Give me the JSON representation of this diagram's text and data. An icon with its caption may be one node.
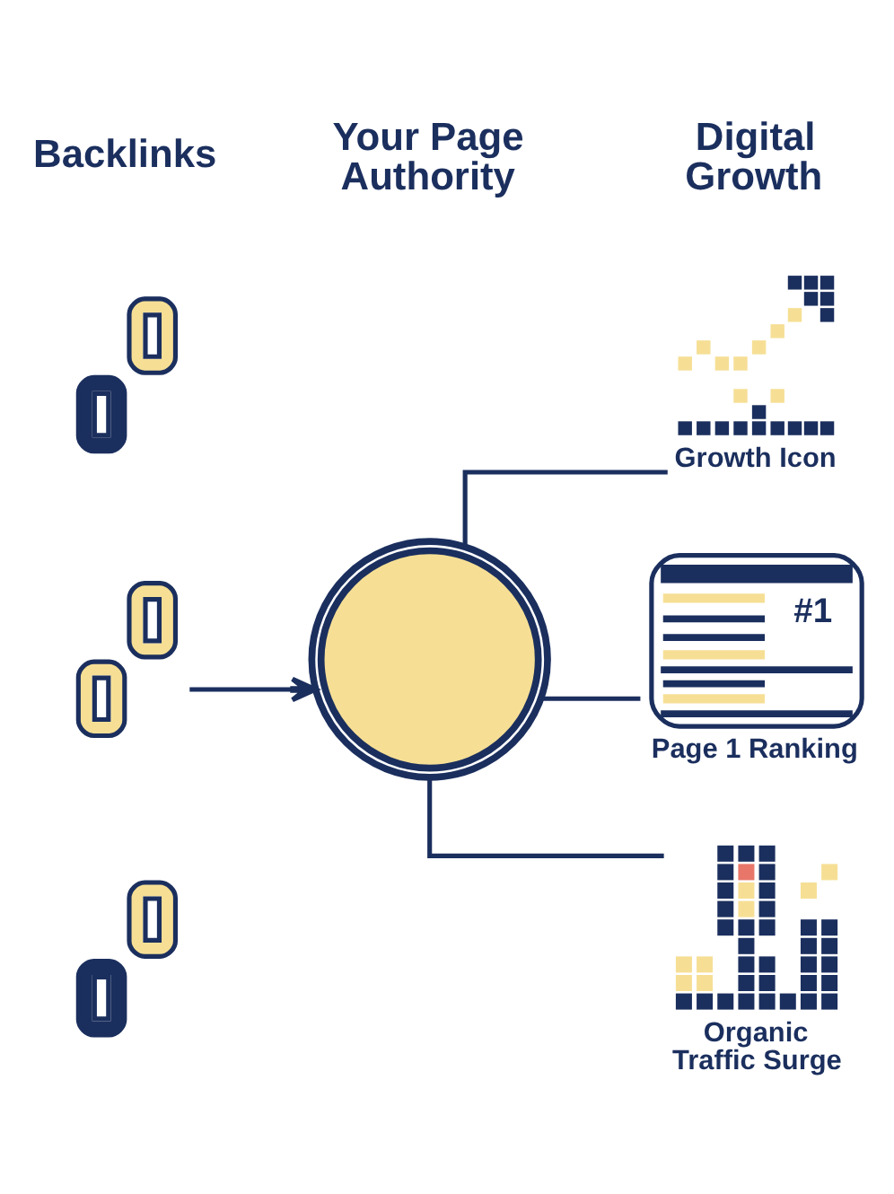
{
  "diagram": {
    "nodes": [
      {
        "text": [],
        "shape": "picture"
      },
      {
        "text": [],
        "shape": "picture"
      },
      {
        "text": [],
        "shape": "picture"
      },
      {
        "text": [],
        "shape": "picture"
      },
      {
        "text": [],
        "shape": "picture",
        "beside": [
          "Growth Icon"
        ]
      },
      {
        "text": [
          "#1"
        ],
        "beside": [
          "Page 1 Ranking"
        ]
      },
      {
        "text": [],
        "shape": "picture",
        "beside": [
          "Organic Traffic Surge"
        ]
      }
    ],
    "edges": [
      {
        "from": 1,
        "to": 3,
        "arrow": "to"
      },
      {
        "from": 3,
        "to": 4,
        "arrow": "none"
      },
      {
        "from": 3,
        "to": 5,
        "arrow": "none"
      },
      {
        "from": 3,
        "to": 6,
        "arrow": "none"
      }
    ],
    "labels": [
      "Backlinks",
      "Your Page Authority",
      "Digital Growth"
    ]
  }
}
